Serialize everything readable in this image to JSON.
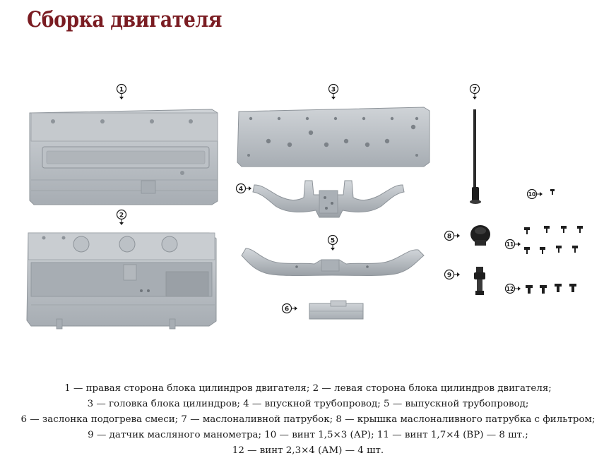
{
  "page": {
    "title": "Сборка двигателя",
    "title_color": "#7a1c22"
  },
  "callouts": [
    "1",
    "2",
    "3",
    "4",
    "5",
    "6",
    "7",
    "8",
    "9",
    "10",
    "11",
    "12"
  ],
  "caption_lines": [
    "1 — правая сторона блока цилиндров двигателя; 2 — левая сторона блока цилиндров двигателя;",
    "3 — головка блока цилиндров; 4 — впускной трубопровод; 5 — выпускной трубопровод;",
    "6 — заслонка подогрева смеси; 7 — маслоналивной патрубок; 8 — крышка маслоналивного патрубка с фильтром;",
    "9 — датчик масляного манометра; 10 — винт 1,5×3 (АР); 11 — винт 1,7×4 (ВР) — 8 шт.;",
    "12 — винт 2,3×4 (АМ) — 4 шт."
  ],
  "colors": {
    "part_gray": "#b3b8bd",
    "part_dark": "#8e949a",
    "part_light": "#cdd1d5",
    "black_parts": "#1e1e1e"
  }
}
